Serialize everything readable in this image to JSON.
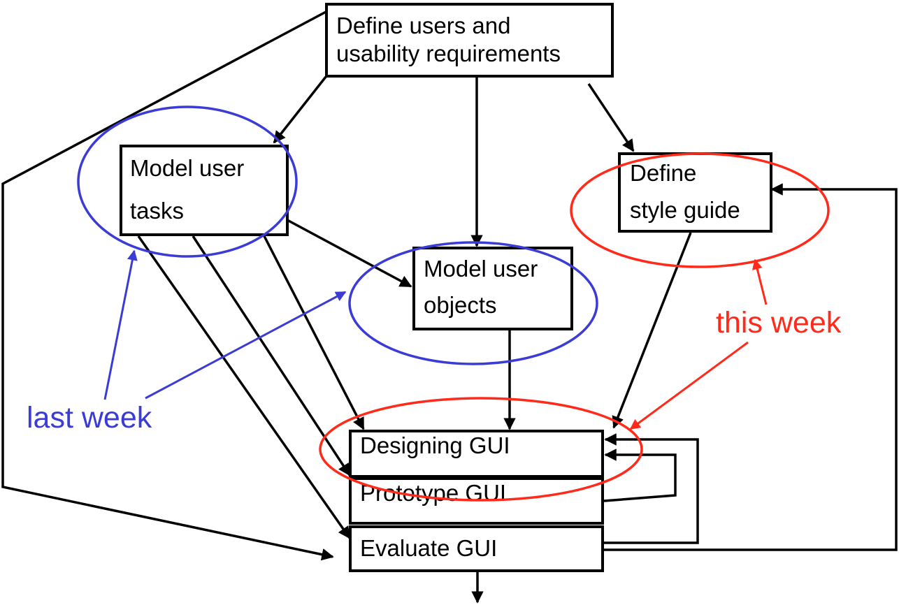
{
  "colors": {
    "last_week": "#3b3bd6",
    "this_week": "#ff2a1a",
    "ink": "#000000"
  },
  "nodes": {
    "define_users": {
      "line1": "Define users and",
      "line2": "usability requirements"
    },
    "model_tasks": {
      "line1": "Model user",
      "line2": "tasks"
    },
    "model_objects": {
      "line1": "Model user",
      "line2": "objects"
    },
    "define_style": {
      "line1": "Define",
      "line2": "style guide"
    },
    "designing_gui": {
      "label": "Designing GUI"
    },
    "prototype_gui": {
      "label": "Prototype GUI"
    },
    "evaluate_gui": {
      "label": "Evaluate GUI"
    }
  },
  "annotations": {
    "last_week": "last week",
    "this_week": "this week"
  }
}
